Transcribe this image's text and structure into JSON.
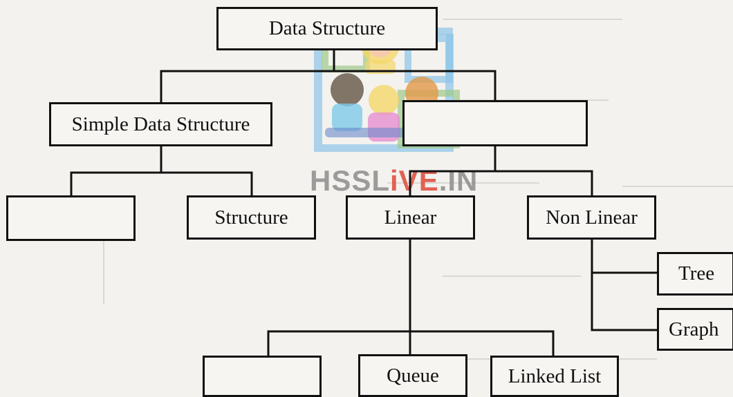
{
  "diagram": {
    "root": "Data Structure",
    "simple": "Simple Data Structure",
    "compound": "",
    "simple_children": [
      "",
      "Structure"
    ],
    "compound_children": [
      "Linear",
      "Non Linear"
    ],
    "linear_children": [
      "",
      "Queue",
      "Linked List"
    ],
    "nonlinear_children": [
      "Tree",
      "Graph"
    ]
  },
  "watermark": {
    "text_gray": "HSSL",
    "text_red": "iVE",
    "text_gray2": ".IN"
  },
  "colors": {
    "box_border": "#111111",
    "background": "#f3f2ee",
    "watermark_gray": "#8d8d8d",
    "watermark_red": "#e0483a"
  }
}
